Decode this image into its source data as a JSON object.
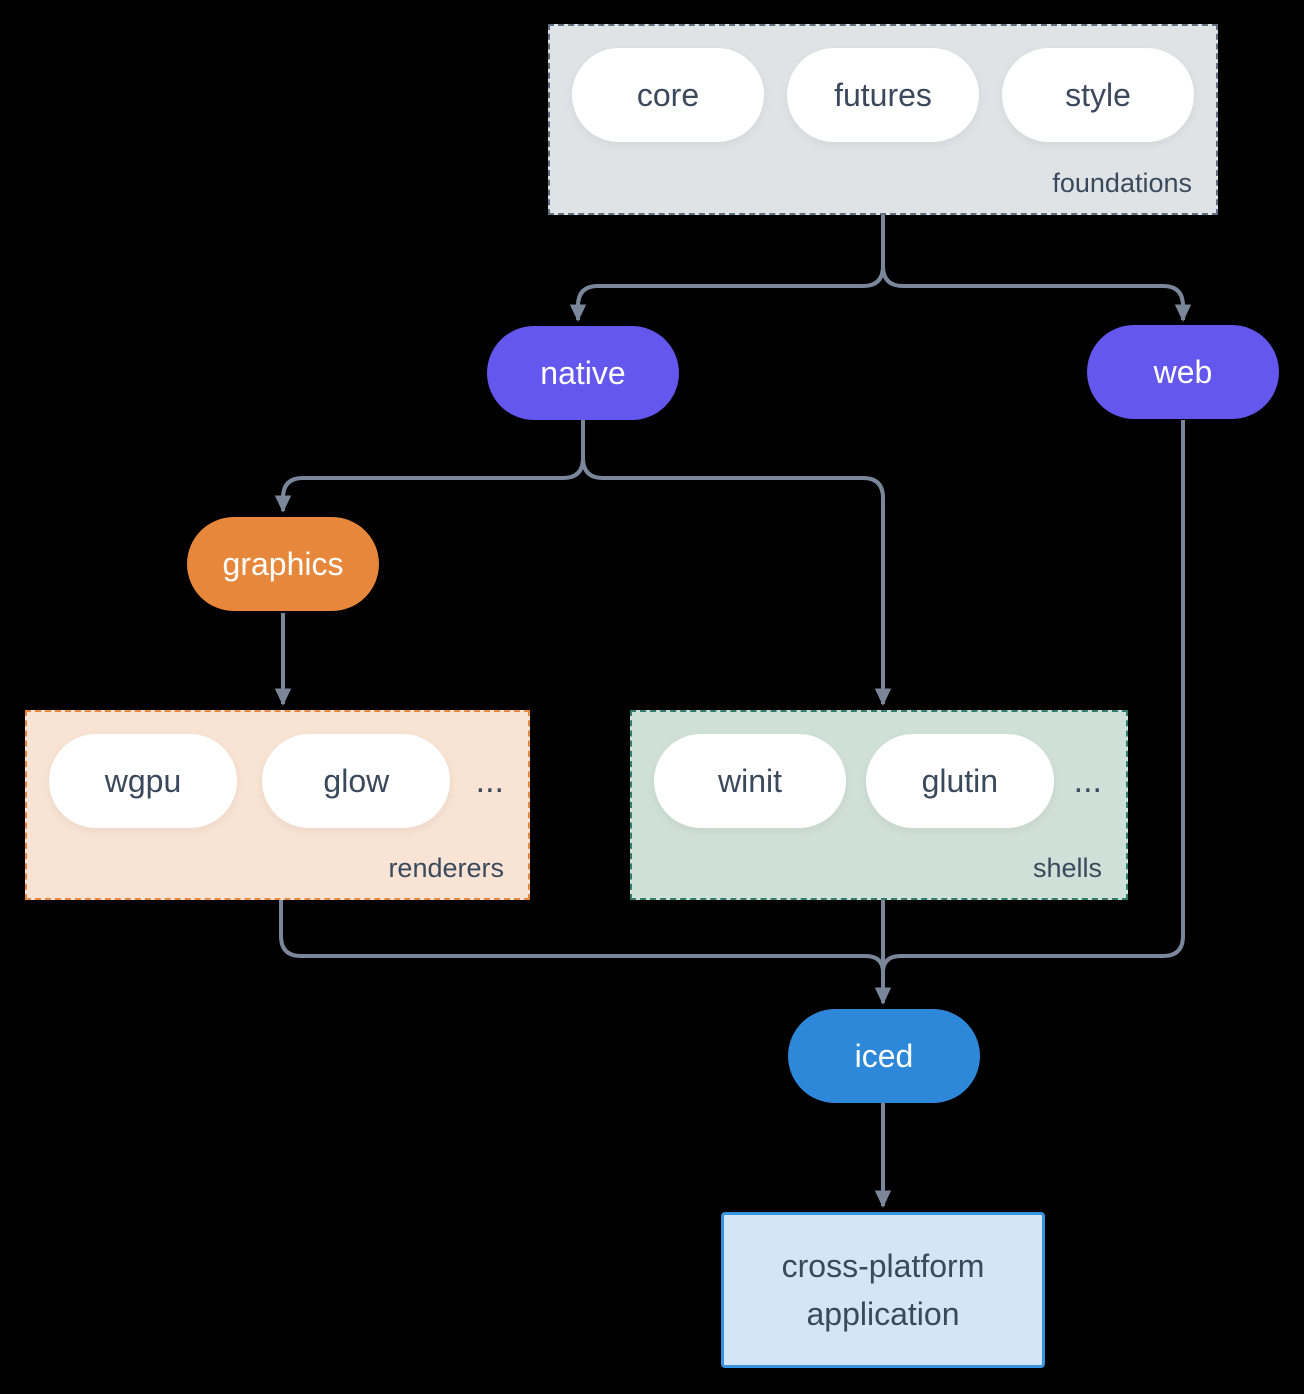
{
  "groups": {
    "foundations": {
      "label": "foundations",
      "pills": [
        "core",
        "futures",
        "style"
      ]
    },
    "renderers": {
      "label": "renderers",
      "pills": [
        "wgpu",
        "glow"
      ],
      "ellipsis": "..."
    },
    "shells": {
      "label": "shells",
      "pills": [
        "winit",
        "glutin"
      ],
      "ellipsis": "..."
    }
  },
  "nodes": {
    "native": "native",
    "web": "web",
    "graphics": "graphics",
    "iced": "iced",
    "application": "cross-platform application"
  },
  "colors": {
    "background": "#000000",
    "connector": "#7a8699",
    "foundations_fill": "#dfe3e6",
    "foundations_border": "#5f7082",
    "purple_node": "#6357ee",
    "orange_node": "#e6873c",
    "renderers_fill": "#f9e3d4",
    "renderers_border": "#e6873c",
    "shells_fill": "#cfe0d9",
    "shells_border": "#2f7d6d",
    "iced_blue": "#2e88d9",
    "app_fill": "#d4e5f7",
    "app_border": "#3795e0",
    "text_dark": "#3a4a5c",
    "text_light": "#ffffff"
  }
}
